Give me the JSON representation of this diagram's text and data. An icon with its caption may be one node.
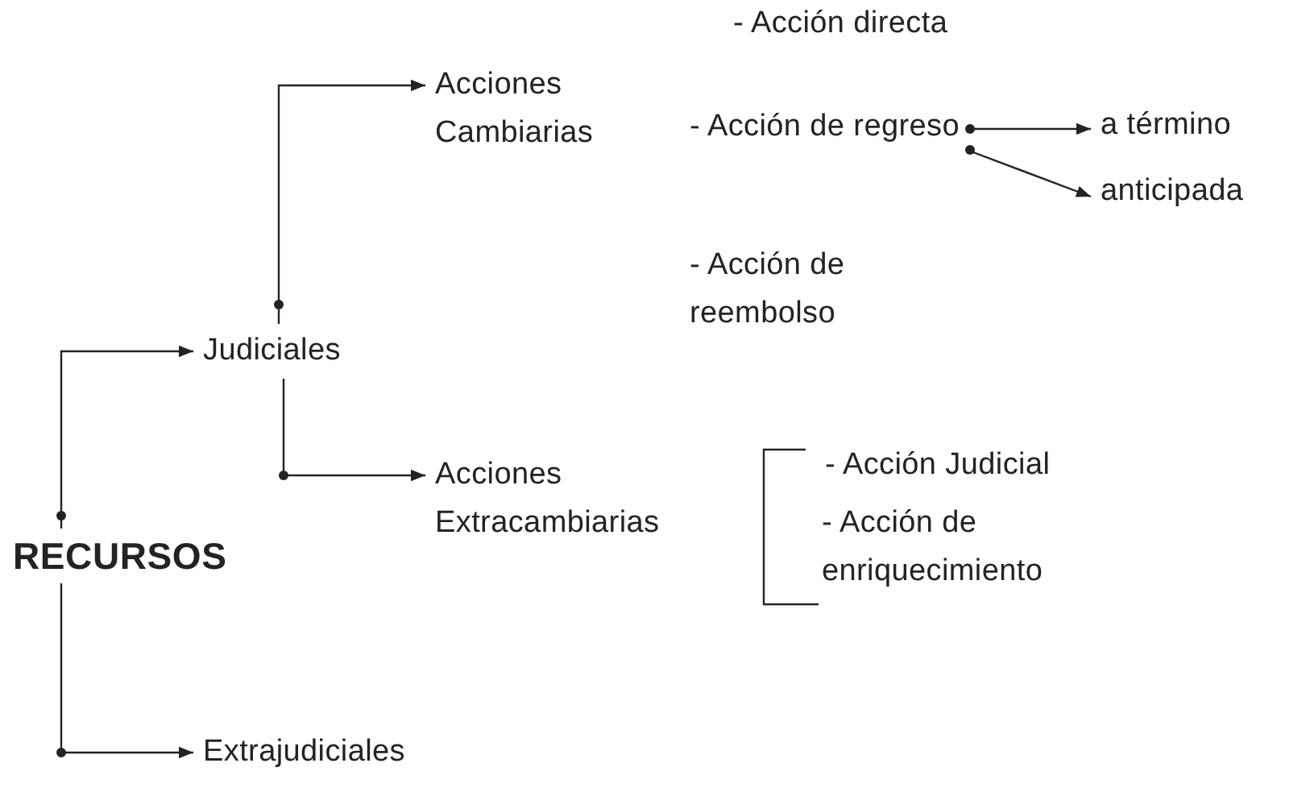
{
  "diagram": {
    "nodes": [
      {
        "text": [
          "RECURSOS"
        ]
      },
      {
        "text": [
          "Judiciales"
        ]
      },
      {
        "text": [
          "Extrajudiciales"
        ]
      },
      {
        "text": [
          "Acciones Cambiarias"
        ]
      },
      {
        "text": [
          "Acciones Extracambiarias"
        ]
      },
      {
        "text": [
          "- Acción directa"
        ]
      },
      {
        "text": [
          "- Acción de regreso"
        ]
      },
      {
        "text": [
          "- Acción de reembolso"
        ]
      },
      {
        "text": [
          "a término"
        ]
      },
      {
        "text": [
          "anticipada"
        ]
      },
      {
        "text": [
          "- Acción Judicial"
        ]
      },
      {
        "text": [
          "- Acción de enriquecimiento"
        ]
      }
    ],
    "edges": [
      {
        "from": 0,
        "to": 1,
        "arrow": "to"
      },
      {
        "from": 0,
        "to": 2,
        "arrow": "to"
      },
      {
        "from": 1,
        "to": 3,
        "arrow": "to"
      },
      {
        "from": 1,
        "to": 4,
        "arrow": "to"
      },
      {
        "from": 6,
        "to": 8,
        "arrow": "to"
      },
      {
        "from": 6,
        "to": 9,
        "arrow": "to"
      }
    ]
  }
}
